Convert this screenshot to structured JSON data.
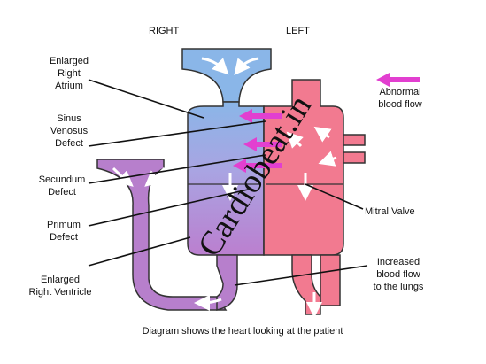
{
  "labels": {
    "right": "RIGHT",
    "left": "LEFT",
    "enlarged_right_atrium": [
      "Enlarged",
      "Right",
      "Atrium"
    ],
    "sinus_venosus_defect": [
      "Sinus",
      "Venosus",
      "Defect"
    ],
    "secundum_defect": [
      "Secundum",
      "Defect"
    ],
    "primum_defect": [
      "Primum",
      "Defect"
    ],
    "enlarged_right_ventricle": [
      "Enlarged",
      "Right Ventricle"
    ],
    "abnormal_blood_flow": [
      "Abnormal",
      "blood flow"
    ],
    "mitral_valve": "Mitral Valve",
    "increased_blood_flow": [
      "Increased",
      "blood flow",
      "to the lungs"
    ]
  },
  "caption": "Diagram shows the heart looking at the patient",
  "watermark": "Cardiobeat.in",
  "colors": {
    "right_side_blue": "#8ab6e8",
    "left_side_pink": "#f27a90",
    "right_ventricle_purple": "#b77fcc",
    "abnormal_flow_arrow": "#e23fd0",
    "outline": "#333333"
  }
}
